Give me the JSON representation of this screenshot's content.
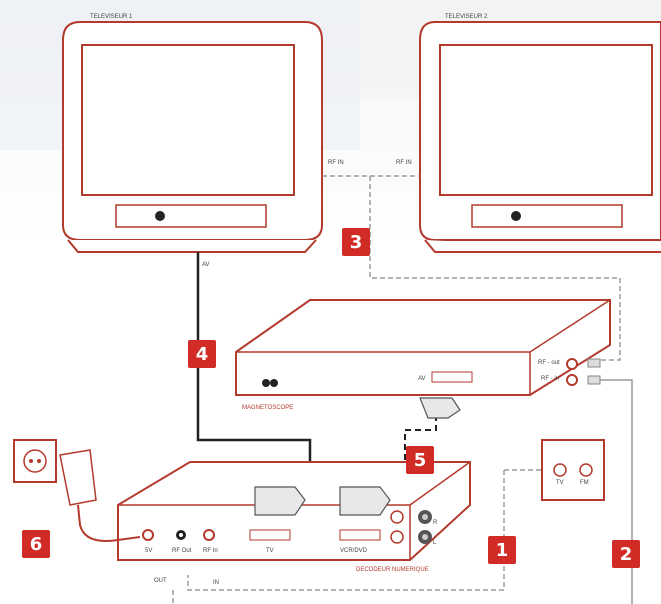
{
  "tv1": {
    "label": "TELEVISEUR 1",
    "av": "AV",
    "rf_in": "RF IN"
  },
  "tv2": {
    "label": "TELEVISEUR 2",
    "rf_in": "RF IN"
  },
  "vcr": {
    "label": "MAGNETOSCOPE",
    "av": "AV",
    "rf_out": "RF - out",
    "rf_in": "RF - in"
  },
  "decoder": {
    "label": "DECODEUR NUMERIQUE",
    "dc": "5V",
    "rf_out": "RF Out",
    "rf_in": "RF In",
    "tv": "TV",
    "vcr_dvd": "VCR/DVD",
    "r": "R",
    "l": "L"
  },
  "antenna": {
    "tv": "TV",
    "fm": "FM"
  },
  "out_label": "OUT",
  "in_label": "IN",
  "badges": [
    "1",
    "2",
    "3",
    "4",
    "5",
    "6"
  ],
  "colors": {
    "accent": "#d12b26",
    "outline": "#b33a2c",
    "cable": "#222222",
    "dashed": "#9a9a9a"
  }
}
